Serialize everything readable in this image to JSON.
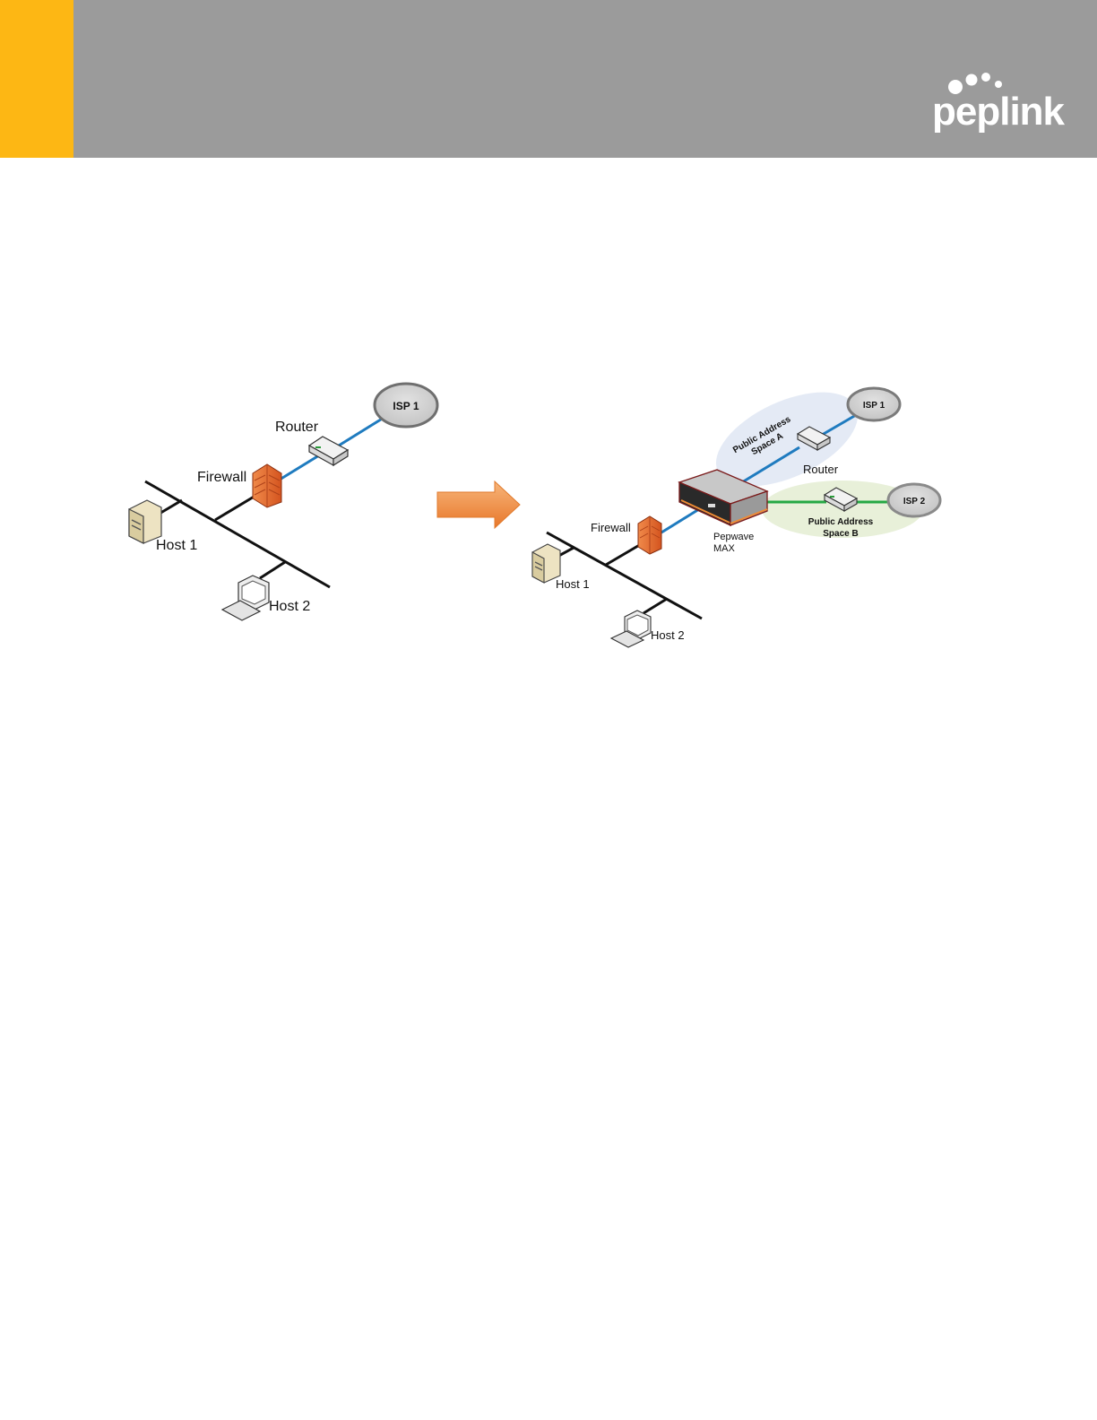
{
  "header": {
    "brand": "peplink",
    "accent_color": "#fdb714",
    "bar_color": "#9b9b9b"
  },
  "diagram_before": {
    "isp": "ISP 1",
    "router": "Router",
    "firewall": "Firewall",
    "host1": "Host 1",
    "host2": "Host 2"
  },
  "diagram_after": {
    "isp1": "ISP 1",
    "isp2": "ISP 2",
    "router": "Router",
    "firewall": "Firewall",
    "device_line1": "Pepwave",
    "device_line2": "MAX",
    "space_a_line1": "Public Address",
    "space_a_line2": "Space A",
    "space_b_line1": "Public Address",
    "space_b_line2": "Space B",
    "host1": "Host 1",
    "host2": "Host 2"
  },
  "colors": {
    "link_a": "#1f7bbf",
    "link_b": "#25a844",
    "arrow": "#f08a34",
    "firewall": "#e8662b"
  }
}
